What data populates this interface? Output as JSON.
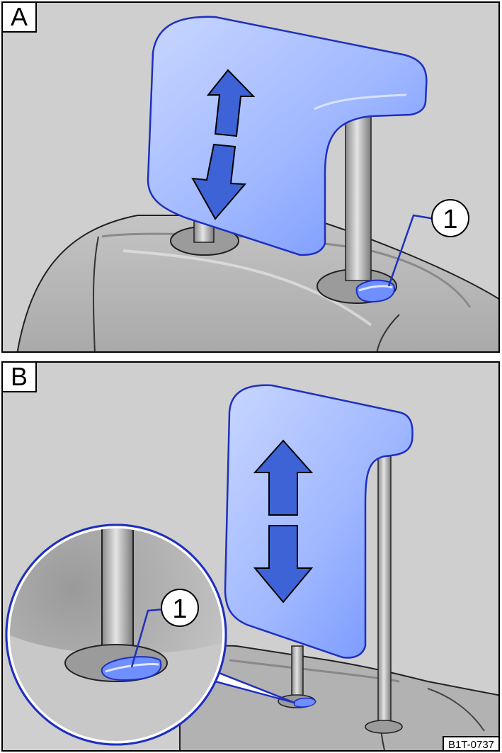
{
  "panels": [
    {
      "label": "A",
      "callout": "1"
    },
    {
      "label": "B",
      "callout": "1"
    }
  ],
  "reference_code": "B1T-0737",
  "colors": {
    "background": "#cfcfcf",
    "seat": "#b4b4b4",
    "headrest": "#7ea0ff",
    "headrest_highlight": "#c4d2ff",
    "arrow": "#3d63d6",
    "outline": "#1f2fbf"
  }
}
